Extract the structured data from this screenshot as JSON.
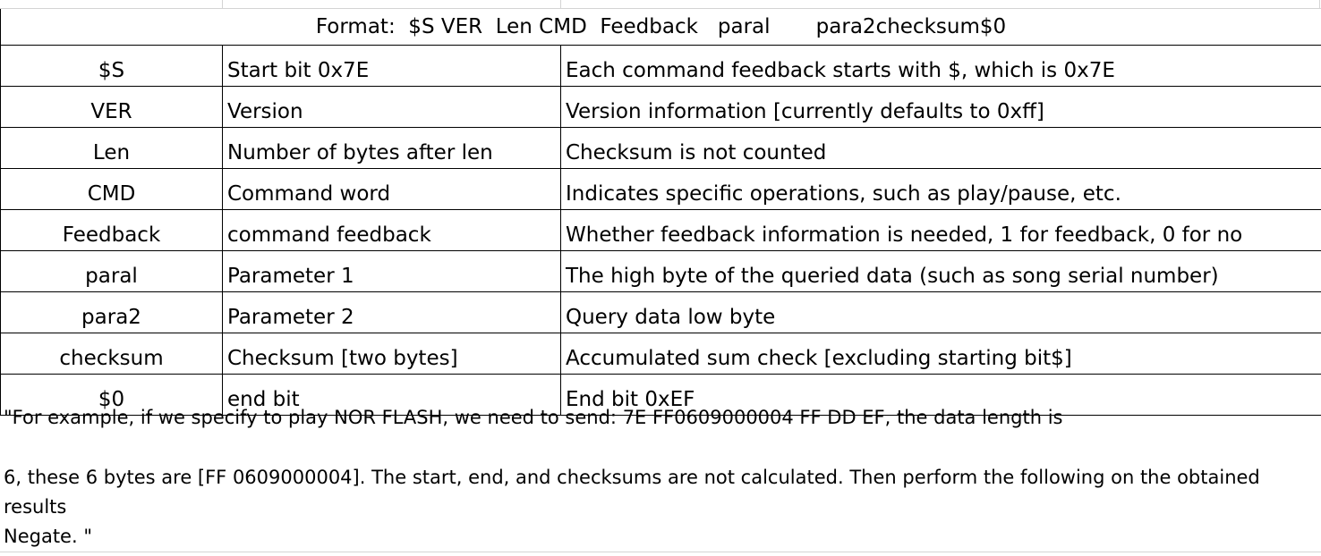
{
  "title": "Format:  $S VER  Len CMD  Feedback   paral       para2checksum$0",
  "rows": [
    {
      "field": "$S",
      "name": "Start bit 0x7E",
      "description": "Each command feedback starts with $, which is 0x7E"
    },
    {
      "field": "VER",
      "name": "Version",
      "description": "Version information [currently defaults to 0xff]"
    },
    {
      "field": "Len",
      "name": "Number of bytes after len",
      "description": "Checksum is not counted"
    },
    {
      "field": "CMD",
      "name": "Command word",
      "description": "Indicates specific operations, such as play/pause, etc."
    },
    {
      "field": "Feedback",
      "name": "command feedback",
      "description": "Whether feedback information is needed, 1 for feedback, 0 for no"
    },
    {
      "field": "paral",
      "name": "Parameter 1",
      "description": "The high byte of the queried data (such as song serial number)"
    },
    {
      "field": "para2",
      "name": "Parameter 2",
      "description": "Query data low byte"
    },
    {
      "field": "checksum",
      "name": "Checksum [two bytes]",
      "description": "Accumulated sum check [excluding starting bit$]"
    },
    {
      "field": "$0",
      "name": "end bit",
      "description": "End bit 0xEF"
    }
  ],
  "note": {
    "line1": "\"For example, if we specify to play NOR FLASH, we need to send: 7E FF0609000004 FF DD EF, the data length is",
    "line2": "6, these 6 bytes are [FF 0609000004]. The start, end, and checksums are not calculated. Then perform the following on the obtained",
    "line3": "results",
    "line4": "Negate. \""
  }
}
